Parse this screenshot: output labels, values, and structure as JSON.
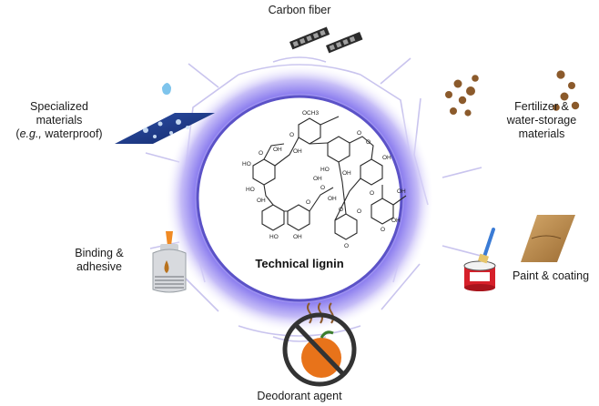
{
  "center": {
    "title": "Technical lignin",
    "formula_labels": [
      "OCH3",
      "OH",
      "HO",
      "OH",
      "OH",
      "HO",
      "OH",
      "HO",
      "OH",
      "O",
      "OH",
      "O",
      "O",
      "OH",
      "O",
      "OH",
      "O",
      "O",
      "O",
      "HO",
      "O",
      "OH",
      "O",
      "OH",
      "O",
      "O"
    ]
  },
  "applications": {
    "top": "Carbon fiber",
    "upper_left": {
      "line1": "Specialized",
      "line2": "materials",
      "line3_prefix": "(",
      "line3_italic": "e.g.,",
      "line3_suffix": " waterproof)"
    },
    "upper_right": {
      "line1": "Fertilizer &",
      "line2": "water-storage",
      "line3": "materials"
    },
    "lower_left": {
      "line1": "Binding &",
      "line2": "adhesive"
    },
    "lower_right": "Paint & coating",
    "bottom": "Deodorant agent"
  },
  "colors": {
    "ring": "#5b52c7",
    "glow": "#9d8ff2",
    "segment_lines": "#c9c4ee",
    "fertilizer": "#8b5a2b",
    "paint_can": "#d6202a",
    "wood": "#b98a4e",
    "waterproof_sheet": "#1d3a8a",
    "prohibition": "#333333",
    "orange": "#e8731a"
  }
}
